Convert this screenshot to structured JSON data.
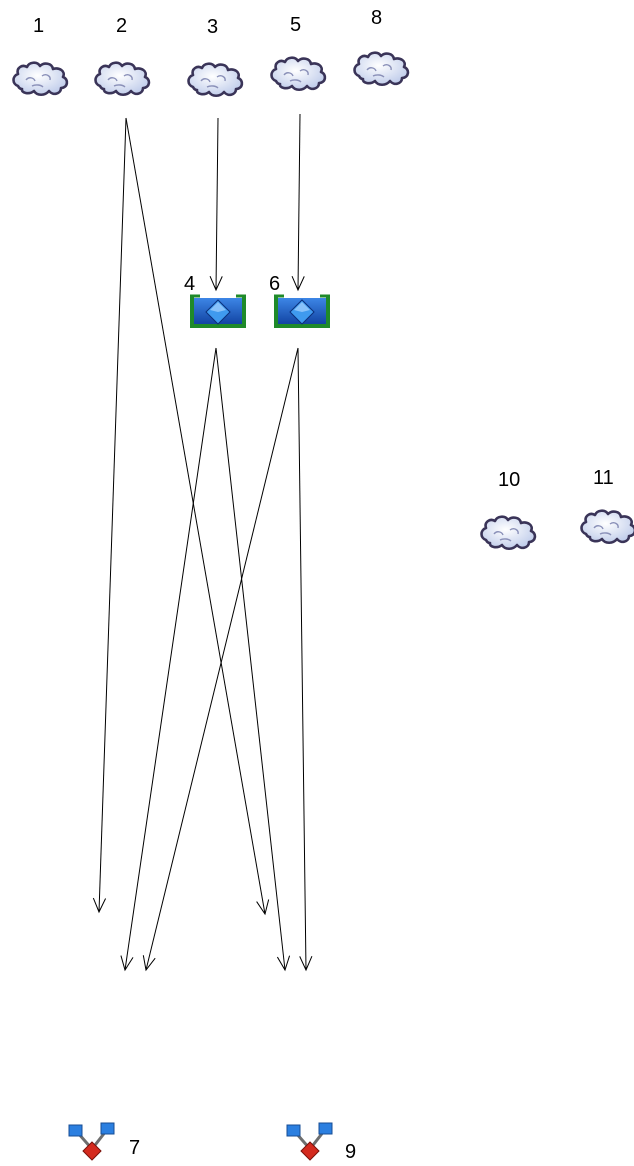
{
  "nodes": [
    {
      "id": "1",
      "label": "1",
      "kind": "cloud-icon"
    },
    {
      "id": "2",
      "label": "2",
      "kind": "cloud-icon"
    },
    {
      "id": "3",
      "label": "3",
      "kind": "cloud-icon"
    },
    {
      "id": "5",
      "label": "5",
      "kind": "cloud-icon"
    },
    {
      "id": "8",
      "label": "8",
      "kind": "cloud-icon"
    },
    {
      "id": "4",
      "label": "4",
      "kind": "reservoir-icon"
    },
    {
      "id": "6",
      "label": "6",
      "kind": "reservoir-icon"
    },
    {
      "id": "10",
      "label": "10",
      "kind": "cloud-icon"
    },
    {
      "id": "11",
      "label": "11",
      "kind": "cloud-icon"
    },
    {
      "id": "7",
      "label": "7",
      "kind": "junction-icon"
    },
    {
      "id": "9",
      "label": "9",
      "kind": "junction-icon"
    }
  ],
  "edges": [
    {
      "from": "2",
      "to": "7"
    },
    {
      "from": "2",
      "to": "9"
    },
    {
      "from": "3",
      "to": "4"
    },
    {
      "from": "5",
      "to": "6"
    },
    {
      "from": "4",
      "to": "7"
    },
    {
      "from": "4",
      "to": "9"
    },
    {
      "from": "6",
      "to": "7"
    },
    {
      "from": "6",
      "to": "9"
    }
  ],
  "colors": {
    "cloud_fill": "#dde6f7",
    "cloud_outline": "#3a3458",
    "reservoir_frame": "#1f8a2a",
    "reservoir_water": "#1b5fc9",
    "reservoir_diamond": "#3f9aef",
    "junction_node": "#2b7fe0",
    "junction_base": "#d42a1e"
  }
}
